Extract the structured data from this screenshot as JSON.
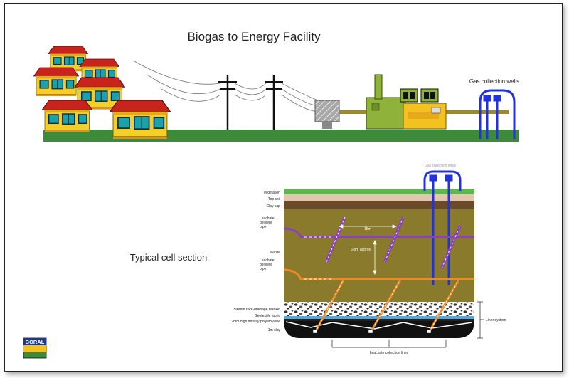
{
  "title": "Biogas to Energy Facility",
  "top_labels": {
    "gas_wells": "Gas collection wells"
  },
  "section": {
    "title": "Typical cell section",
    "gas_wells_label": "Gas collection wells",
    "layers": {
      "vegetation": "Vegetation",
      "topsoil": "Top soil",
      "clay_cap": "Clay cap",
      "waste": "Waste",
      "rock_blanket": "300mm rock-drainage blanket",
      "geotextile": "Geotextile fabric",
      "hdpe": "2mm high density polyethylene",
      "clay": "1m clay"
    },
    "leachate_pipe_1": [
      "Leachate",
      "delivery",
      "pipe"
    ],
    "leachate_pipe_2": [
      "Leachate",
      "delivery",
      "pipe"
    ],
    "spacing": "15m",
    "depth": "6-8m approx",
    "liner_system": "Liner system",
    "collection_lines": "Leachate collection lines"
  },
  "logo": "BORAL",
  "colors": {
    "ground": "#3d8a3a",
    "waste": "#8a7a2c",
    "purple_pipe": "#8b3fc4",
    "orange_pipe": "#ef8a23",
    "gas_blue": "#2233d9",
    "roof_red": "#c8231c",
    "house_yellow": "#f3cf27"
  }
}
